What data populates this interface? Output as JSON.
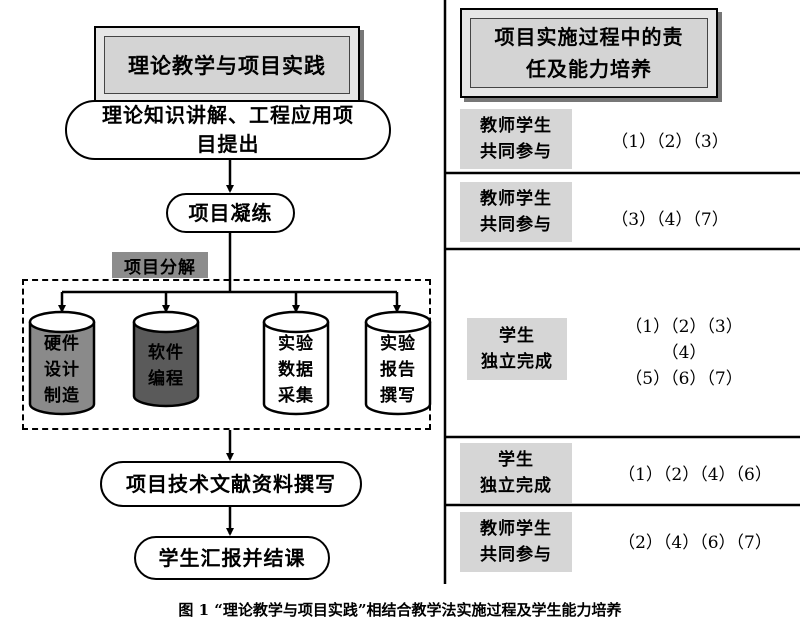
{
  "left": {
    "title": "理论教学与项目实践",
    "step1": "理论知识讲解、工程应用项\n目提出",
    "step2": "项目凝练",
    "decompose": "项目分解",
    "tasks": [
      {
        "label": "硬件\n设计\n制造",
        "fill": "#8a8a8a"
      },
      {
        "label": "软件\n编程",
        "fill": "#5a5a5a"
      },
      {
        "label": "实验\n数据\n采集",
        "fill": "#ffffff"
      },
      {
        "label": "实验\n报告\n撰写",
        "fill": "#ffffff"
      }
    ],
    "step3": "项目技术文献资料撰写",
    "step4": "学生汇报并结课"
  },
  "right": {
    "title": "项目实施过程中的责\n任及能力培养",
    "rows": [
      {
        "role": "教师学生\n共同参与",
        "nums": "（1）（2）（3）"
      },
      {
        "role": "教师学生\n共同参与",
        "nums": "（3）（4）（7）"
      },
      {
        "role": "学生\n独立完成",
        "nums": "（1）（2）（3）\n（4）\n（5）（6）（7）"
      },
      {
        "role": "学生\n独立完成",
        "nums": "（1）（2）（4）（6）"
      },
      {
        "role": "教师学生\n共同参与",
        "nums": "（2）（4）（6）（7）"
      }
    ]
  },
  "caption": "图 1 “理论教学与项目实践”相结合教学法实施过程及学生能力培养",
  "colors": {
    "title_fill": "#d4d4d4",
    "label_fill": "#8c8c8c",
    "role_fill": "#d6d6d6"
  }
}
